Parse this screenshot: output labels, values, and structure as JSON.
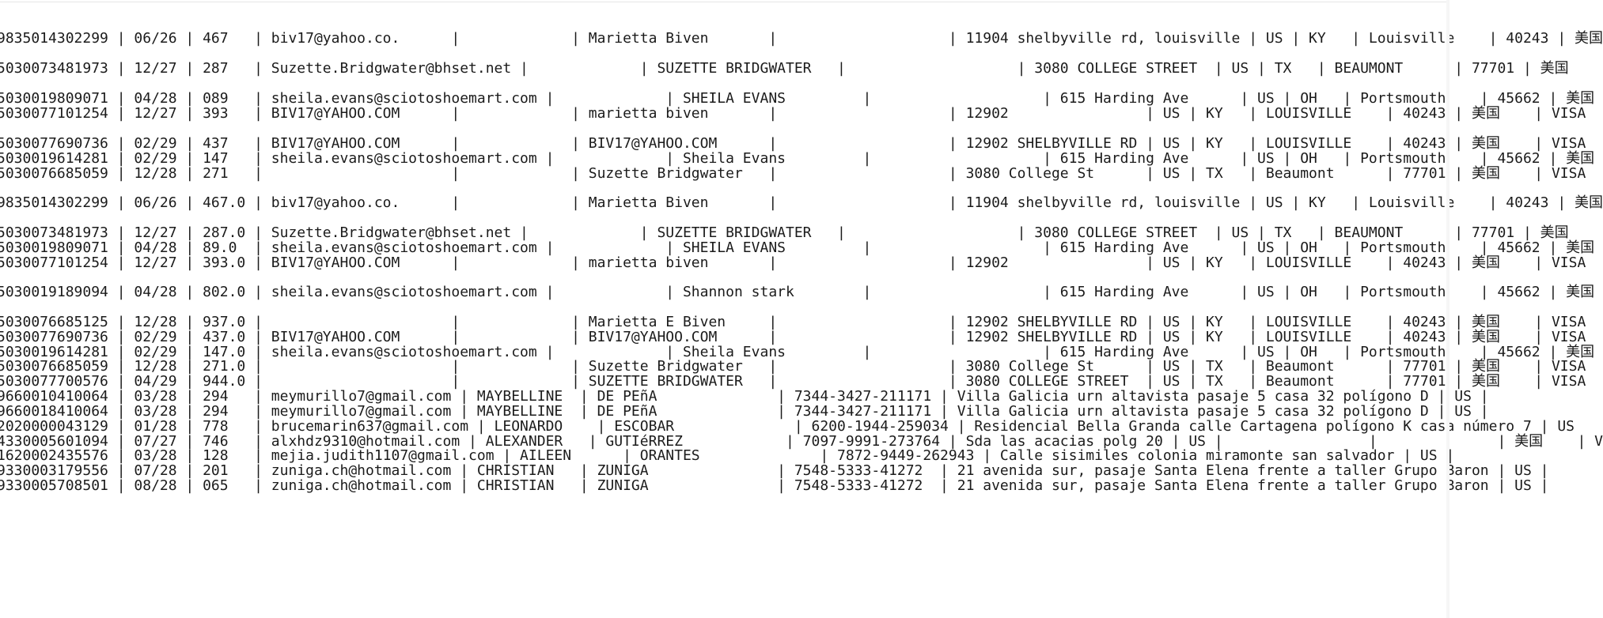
{
  "document": {
    "lines": [
      "9835014302299 | 06/26 | 467   | biv17@yahoo.co.      |             | Marietta Biven       |                    | 11904 shelbyville rd, louisville | US | KY   | Louisville    | 40243 | 美国",
      "5030073481973 | 12/27 | 287   | Suzette.Bridgwater@bhset.net |             | SUZETTE BRIDGWATER   |                    | 3080 COLLEGE STREET  | US | TX   | BEAUMONT      | 77701 | 美国",
      "5030019809071 | 04/28 | 089   | sheila.evans@sciotoshoemart.com |             | SHEILA EVANS         |                    | 615 Harding Ave      | US | OH   | Portsmouth    | 45662 | 美国",
      "5030077101254 | 12/27 | 393   | BIV17@YAHOO.COM      |             | marietta biven       |                    | 12902                | US | KY   | LOUISVILLE    | 40243 | 美国    | VISA",
      "5030077690736 | 02/29 | 437   | BIV17@YAHOO.COM      |             | BIV17@YAHOO.COM      |                    | 12902 SHELBYVILLE RD | US | KY   | LOUISVILLE    | 40243 | 美国    | VISA",
      "5030019614281 | 02/29 | 147   | sheila.evans@sciotoshoemart.com |             | Sheila Evans         |                    | 615 Harding Ave      | US | OH   | Portsmouth    | 45662 | 美国",
      "5030076685059 | 12/28 | 271   |                      |             | Suzette Bridgwater   |                    | 3080 College St      | US | TX   | Beaumont      | 77701 | 美国    | VISA",
      "9835014302299 | 06/26 | 467.0 | biv17@yahoo.co.      |             | Marietta Biven       |                    | 11904 shelbyville rd, louisville | US | KY   | Louisville    | 40243 | 美国",
      "5030073481973 | 12/27 | 287.0 | Suzette.Bridgwater@bhset.net |             | SUZETTE BRIDGWATER   |                    | 3080 COLLEGE STREET  | US | TX   | BEAUMONT      | 77701 | 美国",
      "5030019809071 | 04/28 | 89.0  | sheila.evans@sciotoshoemart.com |             | SHEILA EVANS         |                    | 615 Harding Ave      | US | OH   | Portsmouth    | 45662 | 美国",
      "5030077101254 | 12/27 | 393.0 | BIV17@YAHOO.COM      |             | marietta biven       |                    | 12902                | US | KY   | LOUISVILLE    | 40243 | 美国    | VISA",
      "5030019189094 | 04/28 | 802.0 | sheila.evans@sciotoshoemart.com |             | Shannon stark        |                    | 615 Harding Ave      | US | OH   | Portsmouth    | 45662 | 美国",
      "5030076685125 | 12/28 | 937.0 |                      |             | Marietta E Biven     |                    | 12902 SHELBYVILLE RD | US | KY   | LOUISVILLE    | 40243 | 美国    | VISA",
      "5030077690736 | 02/29 | 437.0 | BIV17@YAHOO.COM      |             | BIV17@YAHOO.COM      |                    | 12902 SHELBYVILLE RD | US | KY   | LOUISVILLE    | 40243 | 美国    | VISA",
      "5030019614281 | 02/29 | 147.0 | sheila.evans@sciotoshoemart.com |             | Sheila Evans         |                    | 615 Harding Ave      | US | OH   | Portsmouth    | 45662 | 美国",
      "5030076685059 | 12/28 | 271.0 |                      |             | Suzette Bridgwater   |                    | 3080 College St      | US | TX   | Beaumont      | 77701 | 美国    | VISA",
      "5030077700576 | 04/29 | 944.0 |                      |             | SUZETTE BRIDGWATER   |                    | 3080 COLLEGE STREET  | US | TX   | Beaumont      | 77701 | 美国    | VISA",
      "9660010410064 | 03/28 | 294   | meymurillo7@gmail.com | MAYBELLINE  | DE PEñA              | 7344-3427-211171 | Villa Galicia urn altavista pasaje 5 casa 32 polígono D | US |",
      "9660018410064 | 03/28 | 294   | meymurillo7@gmail.com | MAYBELLINE  | DE PEñA              | 7344-3427-211171 | Villa Galicia urn altavista pasaje 5 casa 32 polígono D | US |",
      "2020000043129 | 01/28 | 778   | brucemarin637@gmail.com | LEONARDO    | ESCOBAR              | 6200-1944-259034 | Residencial Bella Granda calle Cartagena polígono K casa número 7 | US",
      "4330005601094 | 07/27 | 746   | alxhdz9310@hotmail.com | ALEXANDER   | GUTIéRREZ            | 7097-9991-273764 | Sda las acacias polg 20 | US |                 |              | 美国    | V",
      "1620002435576 | 03/28 | 128   | mejia.judith1107@gmail.com | AILEEN      | ORANTES              | 7872-9449-262943 | Calle sisimiles colonia miramonte san salvador | US |",
      "9330003179556 | 07/28 | 201   | zuniga.ch@hotmail.com | CHRISTIAN   | ZUNIGA               | 7548-5333-41272  | 21 avenida sur, pasaje Santa Elena frente a taller Grupo Baron | US |",
      "9330005708501 | 08/28 | 065   | zuniga.ch@hotmail.com | CHRISTIAN   | ZUNIGA               | 7548-5333-41272  | 21 avenida sur, pasaje Santa Elena frente a taller Grupo Baron | US |"
    ]
  }
}
